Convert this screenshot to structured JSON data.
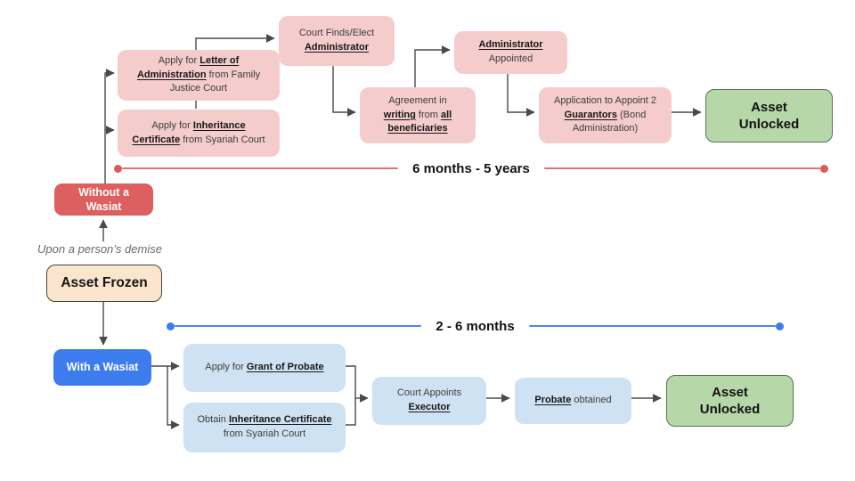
{
  "colors": {
    "pink_node": "#f4cccc",
    "light_blue_node": "#cfe2f3",
    "green_node": "#b6d7a8",
    "green_border": "#55754e",
    "red_pill": "#dd5f5f",
    "blue_pill": "#3d7cee",
    "cream_node": "#fce5cd",
    "timeline_red": "#e57070",
    "timeline_blue": "#4a86e8",
    "arrow": "#4a4a4a"
  },
  "center": {
    "demise_note": "Upon a person’s demise",
    "asset_frozen_label": "Asset Frozen",
    "without_wasiat": {
      "lines": [
        [
          {
            "t": "Without a"
          }
        ],
        [
          {
            "t": "Wasiat"
          }
        ]
      ]
    },
    "with_wasiat": {
      "lines": [
        [
          {
            "t": "With a Wasiat"
          }
        ]
      ]
    }
  },
  "timelines": {
    "without": {
      "label": "6 months - 5 years"
    },
    "with": {
      "label": "2 - 6 months"
    }
  },
  "without_path": {
    "letter_admin": {
      "lines": [
        [
          {
            "t": "Apply for "
          },
          {
            "t": "Letter of",
            "b": true,
            "u": true
          }
        ],
        [
          {
            "t": "Administration",
            "b": true,
            "u": true
          },
          {
            "t": " from Family"
          }
        ],
        [
          {
            "t": "Justice Court"
          }
        ]
      ]
    },
    "inherit_cert": {
      "lines": [
        [
          {
            "t": "Apply for "
          },
          {
            "t": "Inheritance",
            "b": true,
            "u": true
          }
        ],
        [
          {
            "t": "Certificate",
            "b": true,
            "u": true
          },
          {
            "t": " from Syariah Court"
          }
        ]
      ]
    },
    "court_finds": {
      "lines": [
        [
          {
            "t": "Court Finds/Elect"
          }
        ],
        [
          {
            "t": "Administrator",
            "b": true,
            "u": true
          }
        ]
      ]
    },
    "agreement": {
      "lines": [
        [
          {
            "t": "Agreement in"
          }
        ],
        [
          {
            "t": "writing",
            "b": true,
            "u": true
          },
          {
            "t": " from "
          },
          {
            "t": "all",
            "b": true,
            "u": true
          }
        ],
        [
          {
            "t": "beneficiaries",
            "b": true,
            "u": true
          }
        ]
      ]
    },
    "admin_appointed": {
      "lines": [
        [
          {
            "t": "Administrator",
            "b": true,
            "u": true
          }
        ],
        [
          {
            "t": "Appointed"
          }
        ]
      ]
    },
    "guarantors": {
      "lines": [
        [
          {
            "t": "Application to Appoint 2"
          }
        ],
        [
          {
            "t": "Guarantors",
            "b": true,
            "u": true
          },
          {
            "t": " (Bond"
          }
        ],
        [
          {
            "t": "Administration)"
          }
        ]
      ]
    },
    "asset_unlocked": {
      "lines": [
        [
          {
            "t": "Asset"
          }
        ],
        [
          {
            "t": "Unlocked"
          }
        ]
      ]
    }
  },
  "with_path": {
    "grant_probate": {
      "lines": [
        [
          {
            "t": "Apply for "
          },
          {
            "t": "Grant of Probate",
            "b": true,
            "u": true
          }
        ]
      ]
    },
    "obtain_inherit": {
      "lines": [
        [
          {
            "t": "Obtain "
          },
          {
            "t": "Inheritance Certificate",
            "b": true,
            "u": true
          }
        ],
        [
          {
            "t": "from Syariah Court"
          }
        ]
      ]
    },
    "court_appoints": {
      "lines": [
        [
          {
            "t": "Court Appoints"
          }
        ],
        [
          {
            "t": "Executor",
            "b": true,
            "u": true
          }
        ]
      ]
    },
    "probate_obtained": {
      "lines": [
        [
          {
            "t": "Probate",
            "b": true,
            "u": true
          },
          {
            "t": " obtained"
          }
        ]
      ]
    },
    "asset_unlocked": {
      "lines": [
        [
          {
            "t": "Asset"
          }
        ],
        [
          {
            "t": "Unlocked"
          }
        ]
      ]
    }
  }
}
